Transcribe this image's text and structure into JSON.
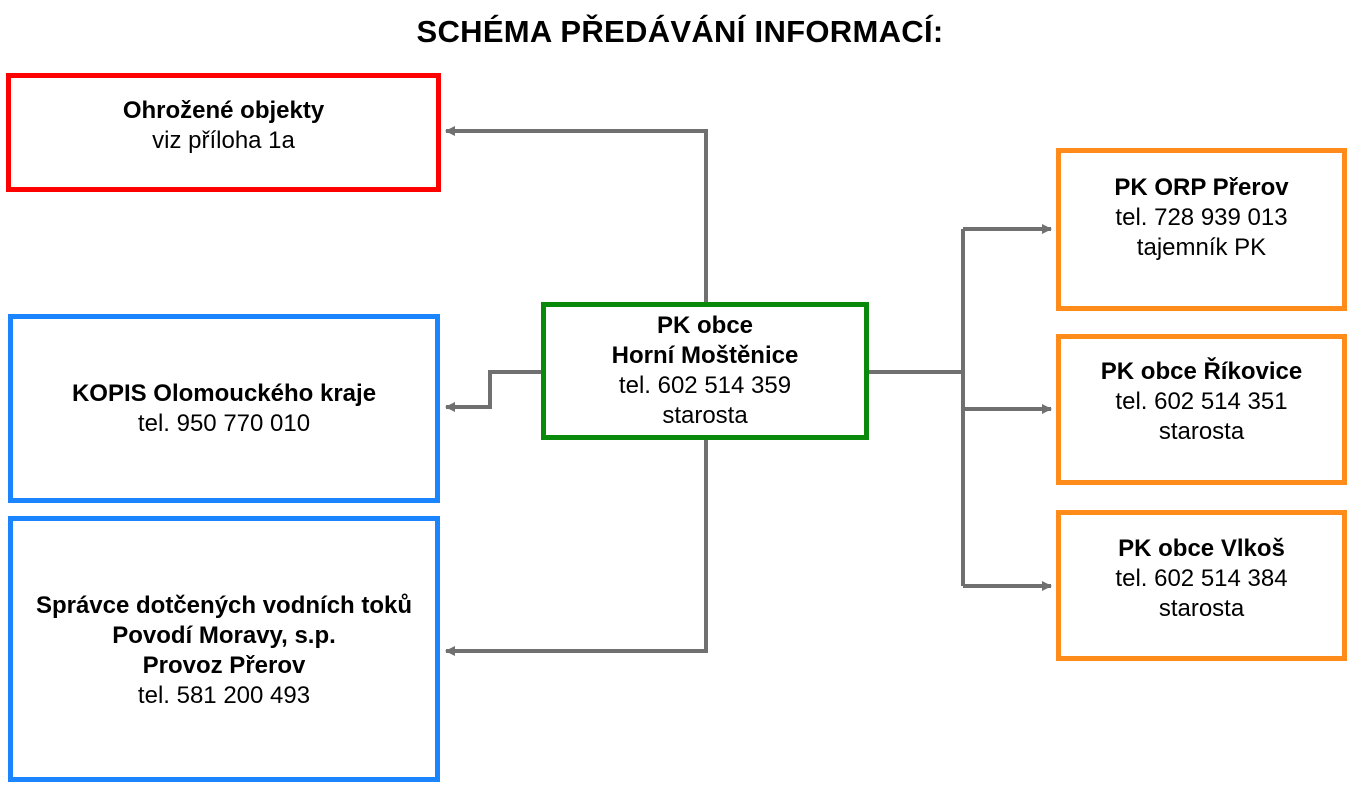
{
  "title": "SCHÉMA PŘEDÁVÁNÍ INFORMACÍ:",
  "colors": {
    "connector": "#707070",
    "red_border": "#ff0000",
    "blue_border": "#1a85ff",
    "green_border": "#0a8a0a",
    "orange_border": "#ff8c1a"
  },
  "boxes": {
    "threatened": {
      "line1": "Ohrožené objekty",
      "line2": "viz příloha 1a"
    },
    "kopis": {
      "line1": "KOPIS Olomouckého kraje",
      "line2": "tel. 950 770 010"
    },
    "watercourse": {
      "line1": "Správce dotčených vodních toků",
      "line2": "Povodí Moravy, s.p.",
      "line3": "Provoz Přerov",
      "line4": "tel. 581 200 493"
    },
    "central": {
      "line1": "PK obce",
      "line2": "Horní Moštěnice",
      "line3": "tel. 602 514 359",
      "line4": "starosta"
    },
    "orp": {
      "line1": "PK ORP Přerov",
      "line2": "tel. 728 939 013",
      "line3": "tajemník PK"
    },
    "rikovice": {
      "line1": "PK obce Říkovice",
      "line2": "tel. 602 514 351",
      "line3": "starosta"
    },
    "vlkos": {
      "line1": "PK obce Vlkoš",
      "line2": "tel. 602 514 384",
      "line3": "starosta"
    }
  }
}
